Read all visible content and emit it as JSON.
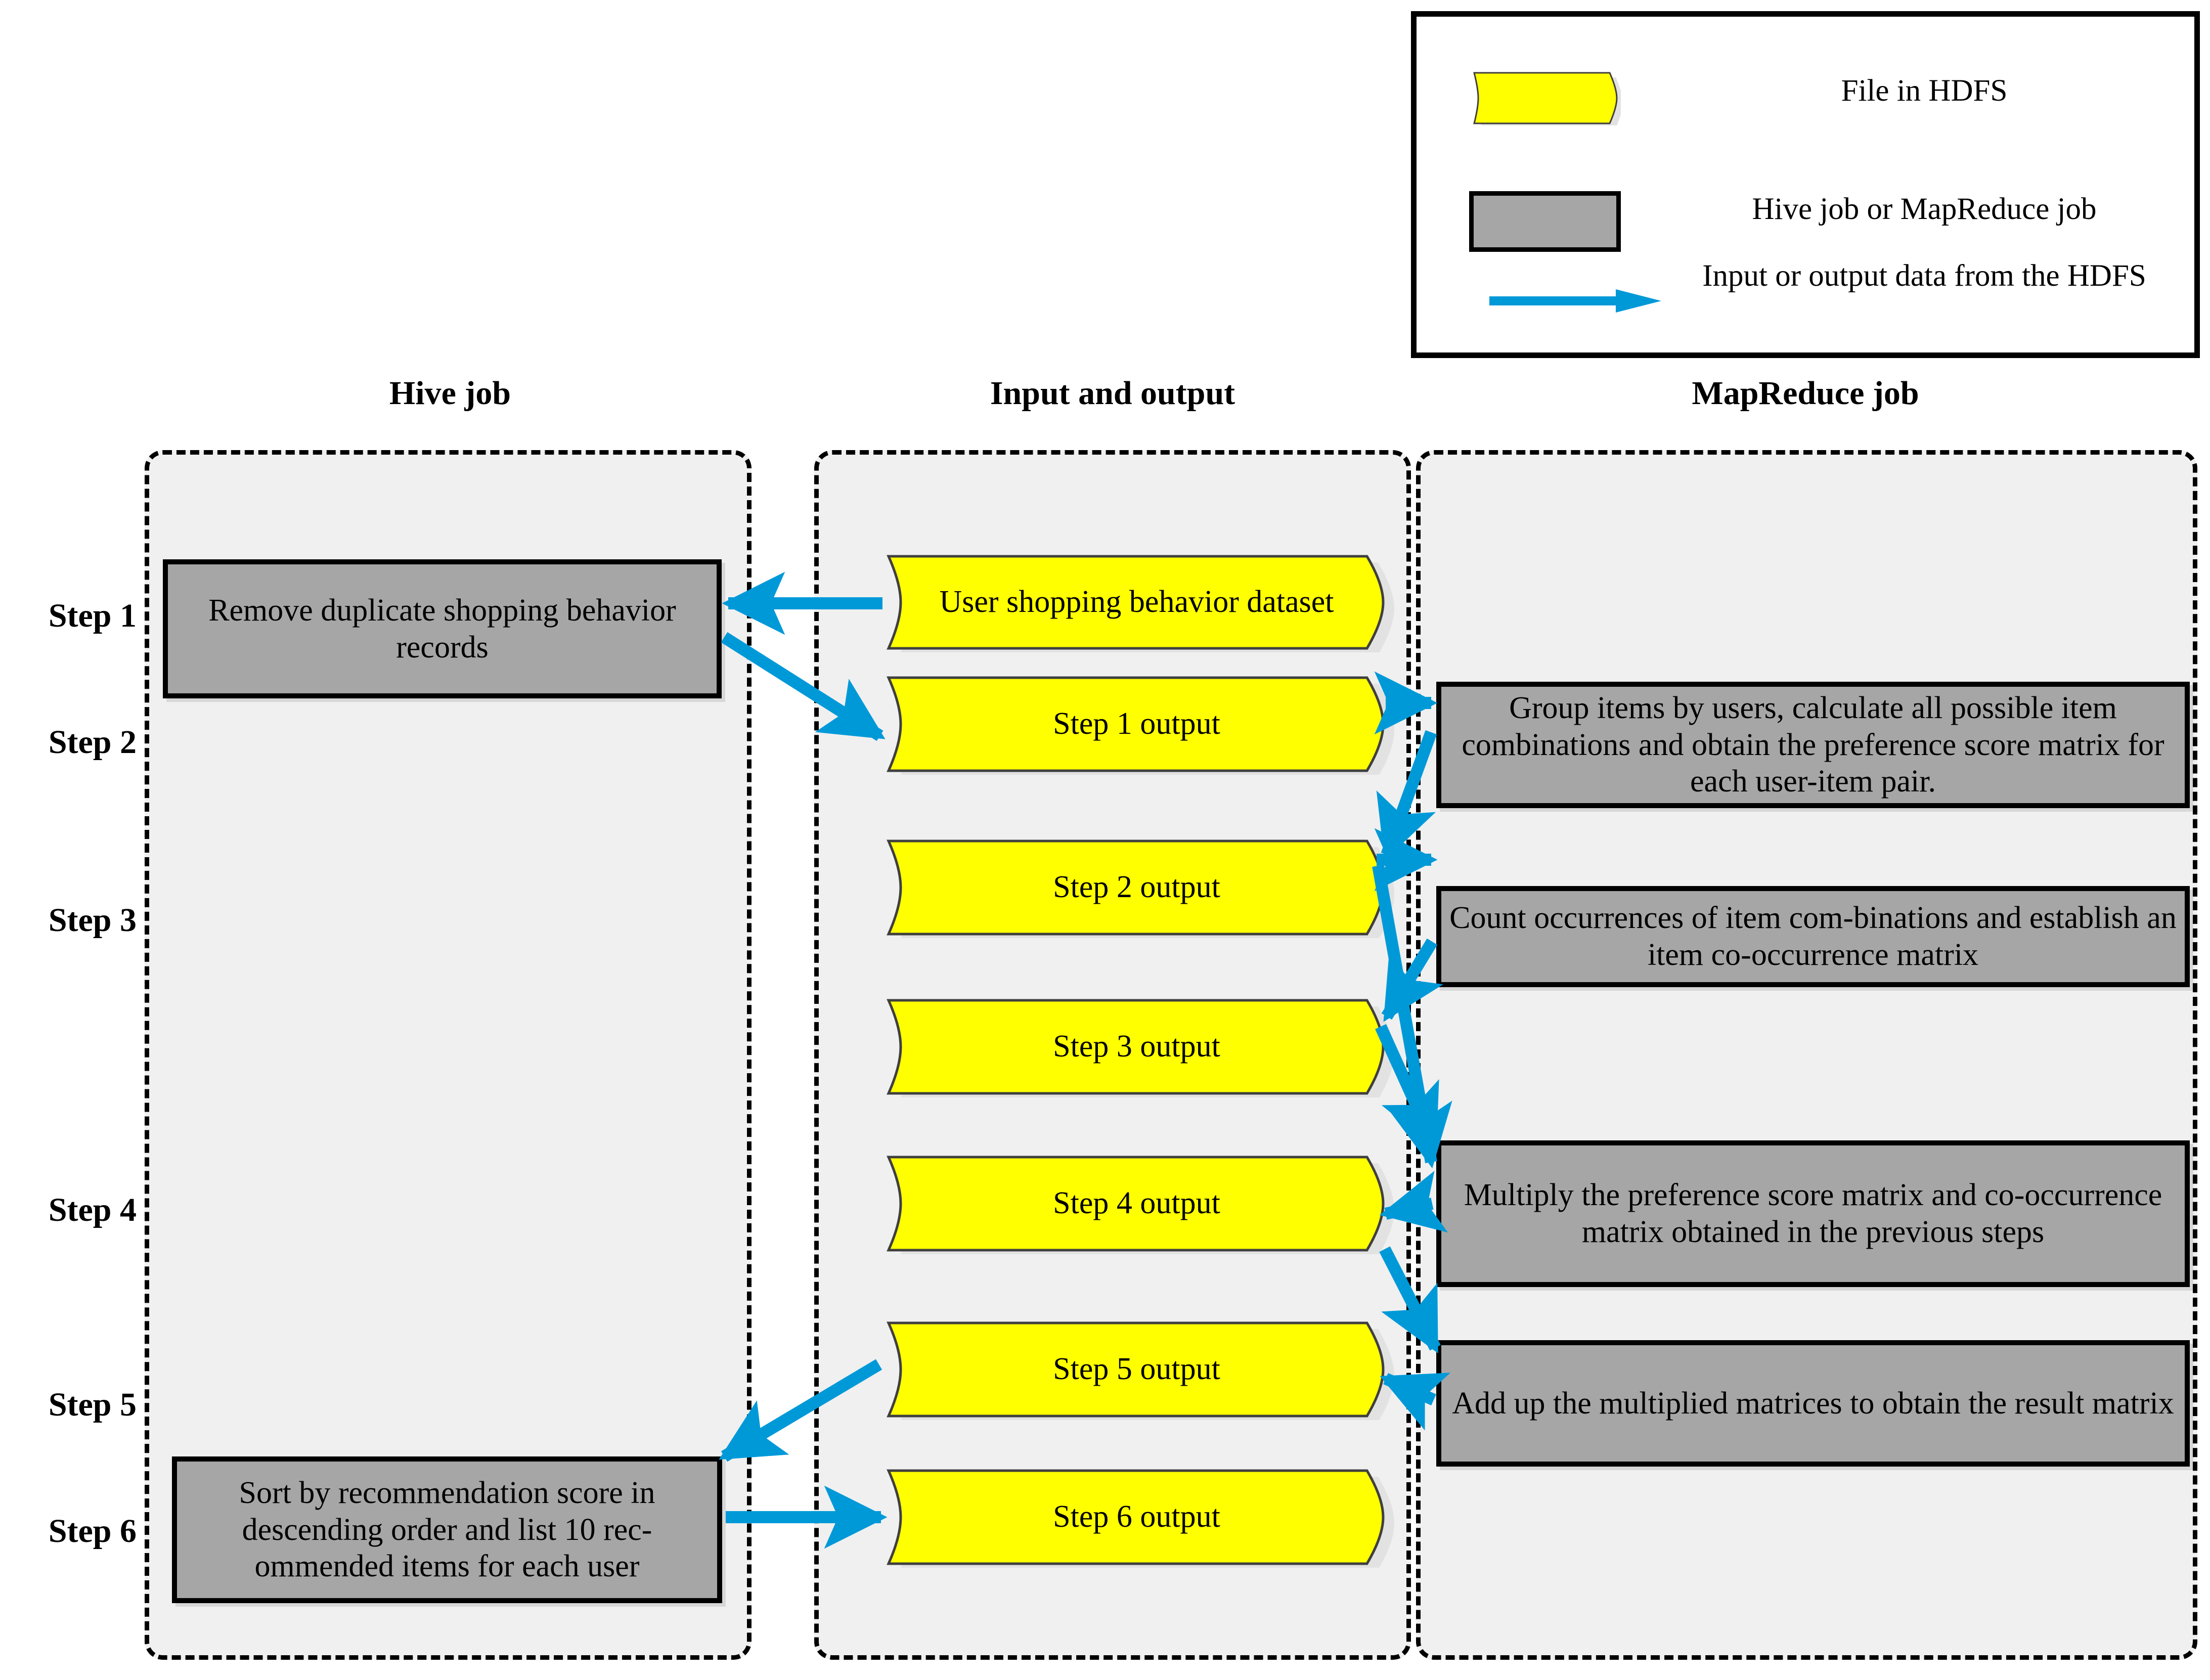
{
  "legend": {
    "items": [
      {
        "icon": "hdfs-file-icon",
        "label": "File in HDFS"
      },
      {
        "icon": "job-box-icon",
        "label": "Hive job or MapReduce job"
      },
      {
        "icon": "data-flow-arrow-icon",
        "label": "Input or output data from the HDFS"
      }
    ]
  },
  "columns": {
    "hive": "Hive job",
    "io": "Input and output",
    "mapreduce": "MapReduce job"
  },
  "steps": [
    {
      "label": "Step 1"
    },
    {
      "label": "Step 2"
    },
    {
      "label": "Step 3"
    },
    {
      "label": "Step 4"
    },
    {
      "label": "Step 5"
    },
    {
      "label": "Step 6"
    }
  ],
  "hive_jobs": [
    {
      "step": 1,
      "text": "Remove duplicate shopping behavior records"
    },
    {
      "step": 6,
      "text": "Sort by recommendation score in descending order and list 10 rec-ommended items for each user"
    }
  ],
  "files": [
    {
      "id": "user-shopping-behavior-dataset",
      "text": "User shopping behavior dataset"
    },
    {
      "id": "step-1-output",
      "text": "Step 1 output"
    },
    {
      "id": "step-2-output",
      "text": "Step 2 output"
    },
    {
      "id": "step-3-output",
      "text": "Step 3 output"
    },
    {
      "id": "step-4-output",
      "text": "Step 4 output"
    },
    {
      "id": "step-5-output",
      "text": "Step 5 output"
    },
    {
      "id": "step-6-output",
      "text": "Step 6 output"
    }
  ],
  "mapreduce_jobs": [
    {
      "step": 2,
      "text": "Group items by users, calculate all possible item combinations and obtain the preference score matrix for each user-item pair."
    },
    {
      "step": 3,
      "text": "Count occurrences of item com-binations and establish an item co-occurrence matrix"
    },
    {
      "step": 4,
      "text": "Multiply the preference score matrix and co-occurrence matrix obtained in the previous steps"
    },
    {
      "step": 5,
      "text": "Add up the multiplied matrices to obtain the result matrix"
    }
  ],
  "colors": {
    "file_fill": "#FFFF00",
    "file_stroke": "#3F3F3F",
    "job_fill": "#A6A6A6",
    "job_stroke": "#000000",
    "arrow": "#0099D8",
    "lane_fill": "#F0F0F0",
    "lane_stroke": "#000000",
    "shadow": "#E2E2E2"
  }
}
